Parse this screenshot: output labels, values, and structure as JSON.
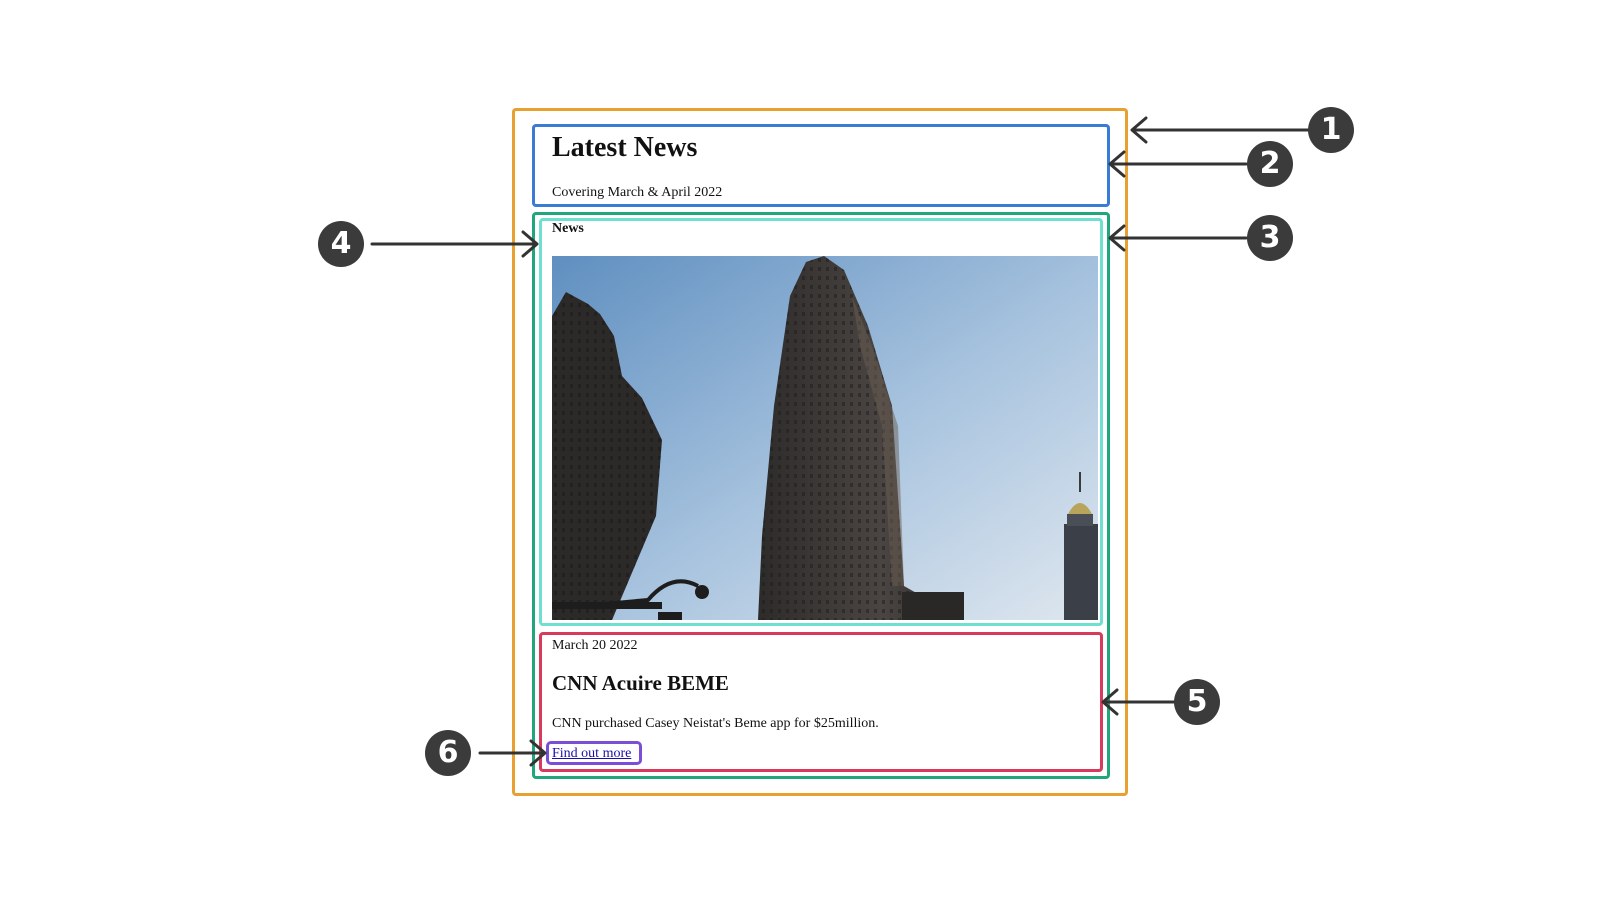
{
  "header": {
    "title": "Latest News",
    "subtitle": "Covering March & April 2022"
  },
  "figure": {
    "caption": "News"
  },
  "card": {
    "date": "March 20 2022",
    "title": "CNN Acuire BEME",
    "body": "CNN purchased Casey Neistat's Beme app for $25million.",
    "link_label": "Find out more"
  },
  "callouts": [
    "1",
    "2",
    "3",
    "4",
    "5",
    "6"
  ],
  "colors": {
    "article_outline": "#e8a030",
    "header_outline": "#3a7bd5",
    "main_outline": "#21a67c",
    "figure_outline": "#6fe0cf",
    "card_outline": "#d83a5c",
    "link_outline": "#7a4fd6",
    "callout_fill": "#3b3b3b"
  }
}
